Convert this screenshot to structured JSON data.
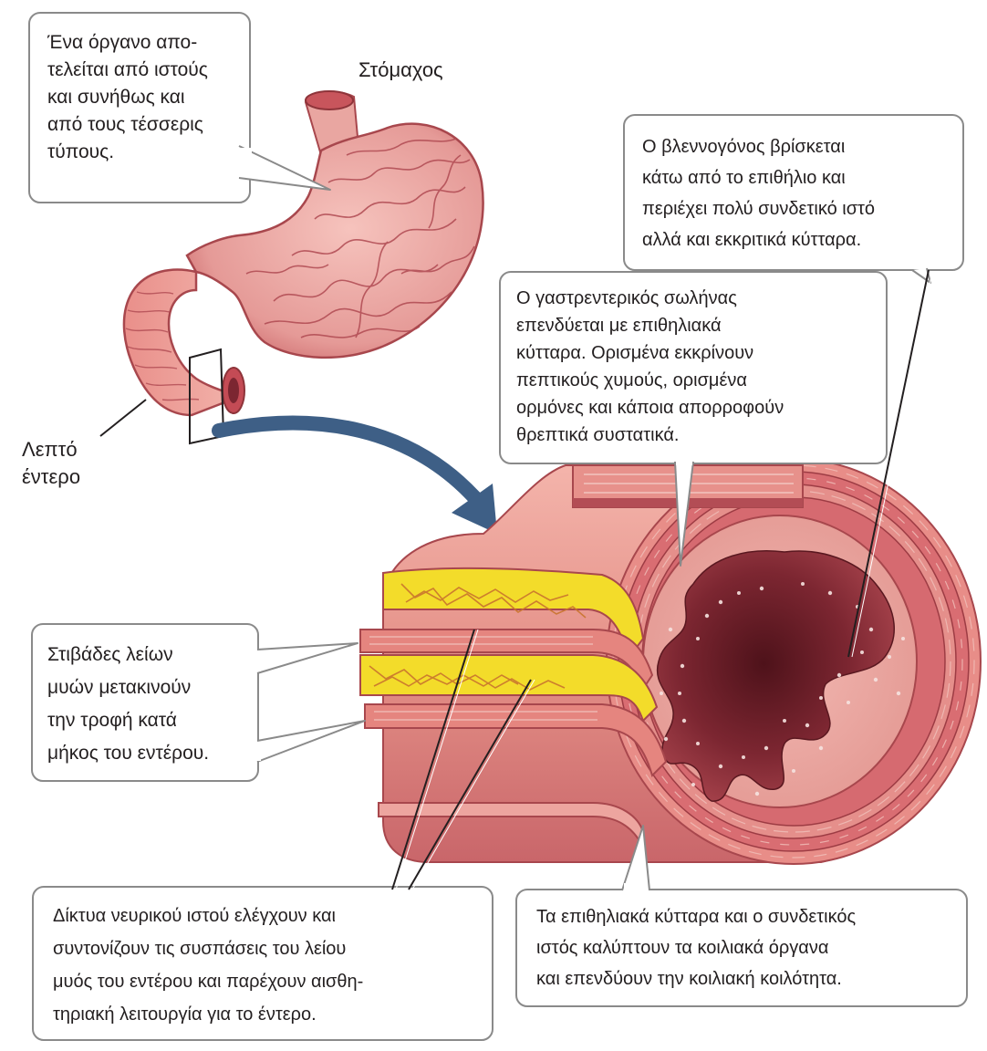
{
  "labels": {
    "stomach": "Στόμαχος",
    "small_intestine": [
      "Λεπτό",
      "έντερο"
    ]
  },
  "callouts": {
    "organ": [
      "Ένα όργανο απο-",
      "τελείται από ιστούς",
      "και συνήθως και",
      "από τους τέσσερις",
      "τύπους."
    ],
    "mucosa": [
      "Ο βλεννογόνος βρίσκεται",
      "κάτω από το επιθήλιο και",
      "περιέχει πολύ συνδετικό ιστό",
      "αλλά και εκκριτικά κύτταρα."
    ],
    "epithelium": [
      "Ο γαστρεντερικός σωλήνας",
      "επενδύεται με επιθηλιακά",
      "κύτταρα. Ορισμένα εκκρίνουν",
      "πεπτικούς χυμούς, ορισμένα",
      "ορμόνες και κάποια απορροφούν",
      "θρεπτικά συστατικά."
    ],
    "smooth_muscle": [
      "Στιβάδες λείων",
      "μυών μετακινούν",
      "την τροφή κατά",
      "μήκος του εντέρου."
    ],
    "nervous": [
      "Δίκτυα νευρικού ιστού ελέγχουν και",
      "συντονίζουν τις συσπάσεις του λείου",
      "μυός του εντέρου και παρέχουν αισθη-",
      "τηριακή λειτουργία για το έντερο."
    ],
    "connective": [
      "Τα επιθηλιακά κύτταρα και ο συνδετικός",
      "ιστός καλύπτουν τα κοιλιακά όργανα",
      "και επενδύουν την κοιλιακή κοιλότητα."
    ]
  },
  "colors": {
    "tissue_pink": "#e8a0a0",
    "tissue_dark": "#b5424a",
    "lumen": "#6e1e28",
    "nerve_yellow": "#f3dc2a",
    "arrow_blue": "#3e5f86",
    "box_border": "#8a8a8a"
  }
}
